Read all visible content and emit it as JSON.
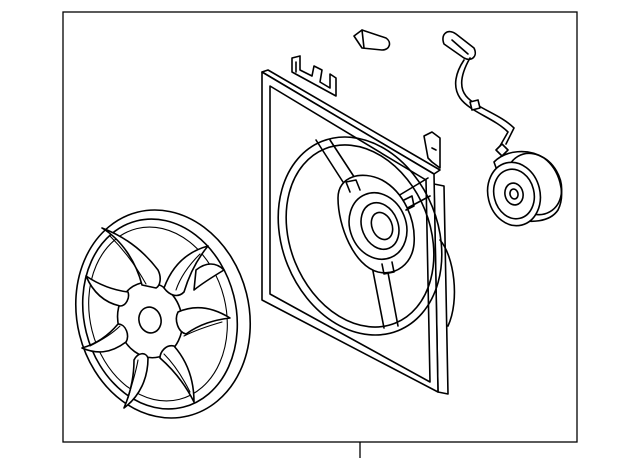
{
  "diagram": {
    "kind": "exploded-parts-illustration",
    "line_color": "#000000",
    "background_color": "#ffffff",
    "parts": [
      {
        "id": "fan-blade",
        "icon": "fan-blade-icon",
        "blades": 8
      },
      {
        "id": "fan-shroud",
        "icon": "fan-shroud-icon",
        "spokes": 3
      },
      {
        "id": "fan-motor",
        "icon": "electric-motor-icon"
      },
      {
        "id": "motor-wiring-harness",
        "icon": "wire-connector-icon"
      },
      {
        "id": "retaining-clip",
        "icon": "clip-icon"
      }
    ]
  }
}
